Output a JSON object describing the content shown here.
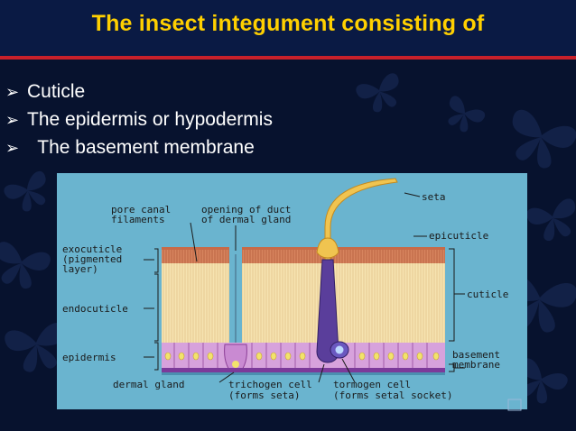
{
  "slide": {
    "title": "The insect integument consisting of",
    "bullets": [
      {
        "arrow": "➢",
        "text": "Cuticle"
      },
      {
        "arrow": "➢",
        "text": "The epidermis or hypodermis"
      },
      {
        "arrow": "➢",
        "text": "  The basement membrane"
      }
    ]
  },
  "diagram": {
    "labels": {
      "seta": "seta",
      "pore_canal_1": "pore canal",
      "pore_canal_2": "filaments",
      "opening_1": "opening of duct",
      "opening_2": "of dermal gland",
      "epicuticle": "epicuticle",
      "exocuticle_1": "exocuticle",
      "exocuticle_2": "(pigmented",
      "exocuticle_3": "layer)",
      "endocuticle": "endocuticle",
      "cuticle": "cuticle",
      "epidermis": "epidermis",
      "basement_1": "basement",
      "basement_2": "membrane",
      "dermal_gland": "dermal gland",
      "trichogen_1": "trichogen cell",
      "trichogen_2": "(forms seta)",
      "tormogen_1": "tormogen cell",
      "tormogen_2": "(forms setal socket)"
    }
  },
  "colors": {
    "title": "#ffd000",
    "title_rule": "#c8202a",
    "diagram_bg": "#6ab4cf",
    "cuticle": "#f6e3b0",
    "exocuticle": "#d7845e",
    "epidermis": "#d7a2dc",
    "basement": "#7c3a9a",
    "seta": "#f0c450"
  }
}
